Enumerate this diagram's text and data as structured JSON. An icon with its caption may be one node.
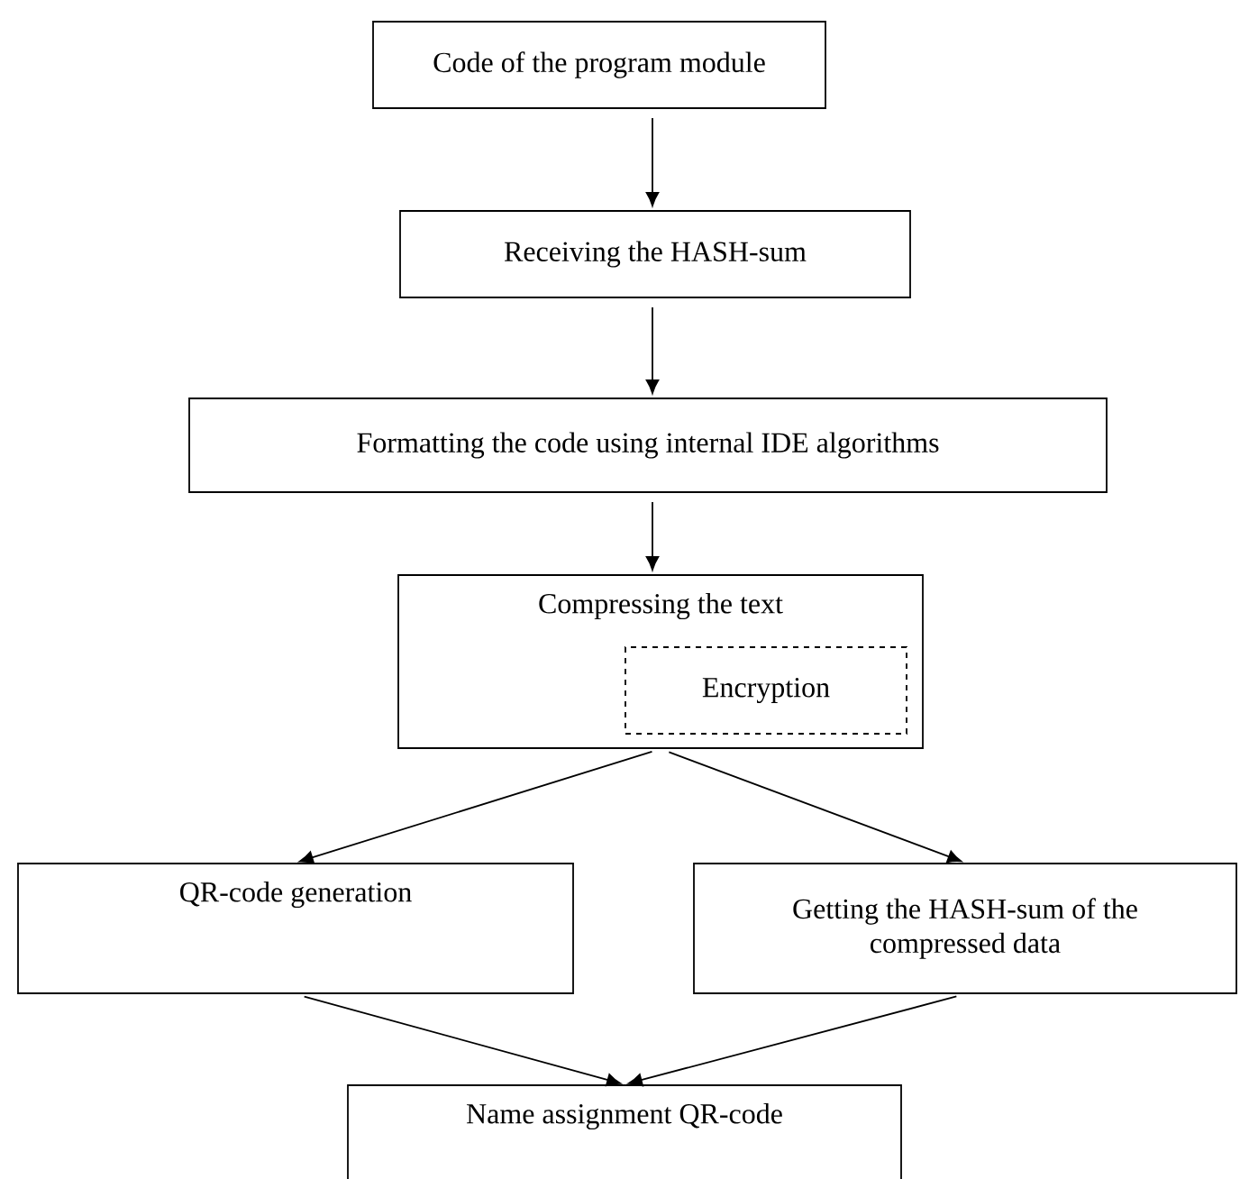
{
  "diagram": {
    "nodes": [
      {
        "text": [
          "Code of the program module"
        ]
      },
      {
        "text": [
          "Receiving the HASH-sum"
        ]
      },
      {
        "text": [
          "Formatting the code using internal IDE algorithms"
        ]
      },
      {
        "text": [
          "Compressing the text"
        ]
      },
      {
        "text": [
          "Encryption"
        ],
        "in": 3
      },
      {
        "text": [
          "QR-code generation"
        ]
      },
      {
        "text": [
          "Getting the HASH-sum of the compressed data"
        ]
      },
      {
        "text": [
          "Name assignment QR-code"
        ]
      }
    ],
    "edges": [
      {
        "from": 0,
        "to": 1,
        "arrow": "to"
      },
      {
        "from": 1,
        "to": 2,
        "arrow": "to"
      },
      {
        "from": 2,
        "to": 3,
        "arrow": "to"
      },
      {
        "from": 3,
        "to": 5,
        "arrow": "to"
      },
      {
        "from": 3,
        "to": 6,
        "arrow": "to"
      },
      {
        "from": 5,
        "to": 7,
        "arrow": "to"
      },
      {
        "from": 6,
        "to": 7,
        "arrow": "to"
      }
    ]
  }
}
